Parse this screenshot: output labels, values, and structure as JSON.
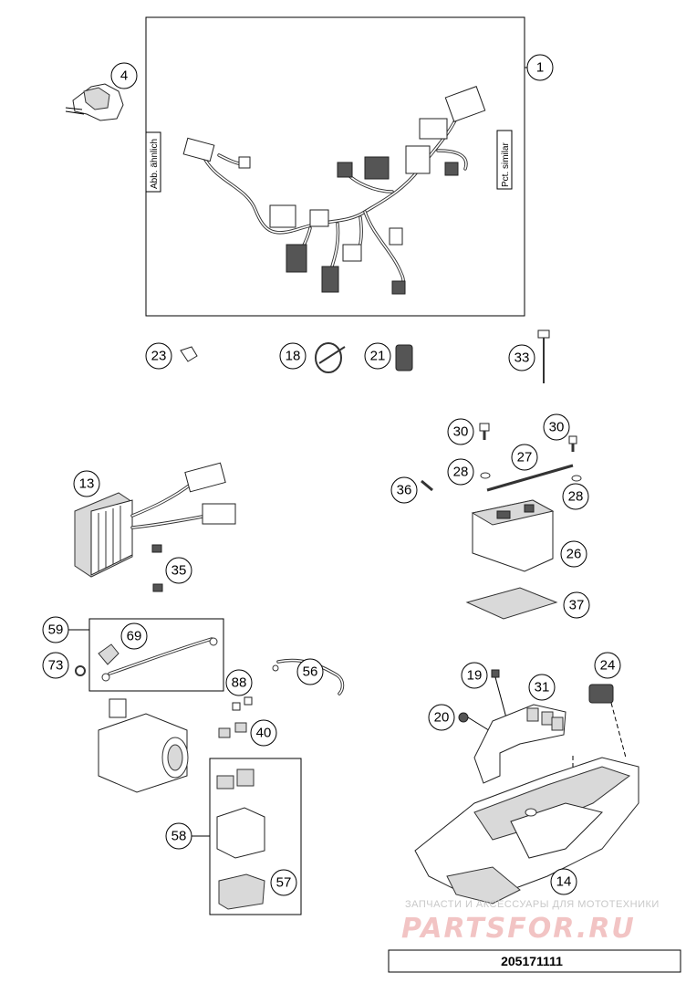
{
  "diagram": {
    "side_labels": {
      "left": "Abb. ähnlich",
      "right": "Pct. similar"
    },
    "document_code": "205171111",
    "watermark": {
      "line1": "ЗАПЧАСТИ И АКСЕССУАРЫ ДЛЯ МОТОТЕХНИКИ",
      "line2": "PARTSFOR.RU"
    },
    "callouts": {
      "c1": "1",
      "c4": "4",
      "c23": "23",
      "c18": "18",
      "c21": "21",
      "c33": "33",
      "c30a": "30",
      "c30b": "30",
      "c27": "27",
      "c28a": "28",
      "c28b": "28",
      "c36": "36",
      "c26": "26",
      "c37": "37",
      "c13": "13",
      "c35": "35",
      "c59": "59",
      "c69": "69",
      "c73": "73",
      "c56": "56",
      "c88": "88",
      "c40": "40",
      "c58": "58",
      "c57": "57",
      "c19": "19",
      "c31": "31",
      "c24": "24",
      "c20": "20",
      "c14": "14"
    }
  }
}
